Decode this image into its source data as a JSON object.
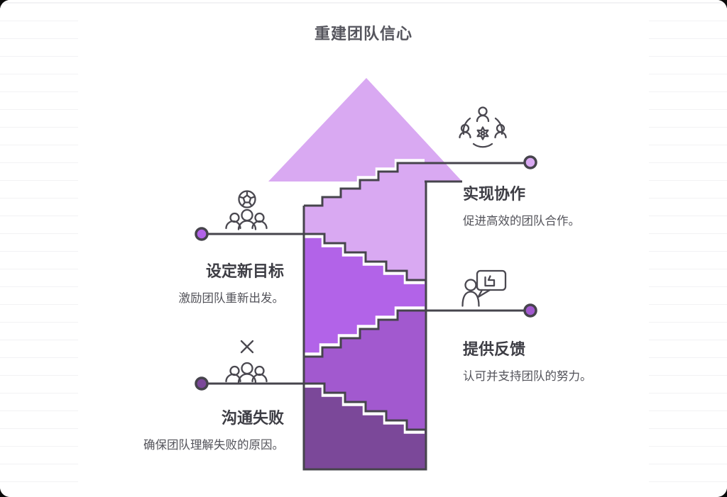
{
  "title": "重建团队信心",
  "steps": [
    {
      "label": "沟通失败",
      "desc": "确保团队理解失败的原因。",
      "color": "#7b4899",
      "icon": "communication-failure-icon",
      "position": "bottom-left"
    },
    {
      "label": "设定新目标",
      "desc": "激励团队重新出发。",
      "color": "#b263e8",
      "icon": "team-goal-icon",
      "position": "middle-left"
    },
    {
      "label": "提供反馈",
      "desc": "认可并支持团队的努力。",
      "color": "#a259cf",
      "icon": "feedback-icon",
      "position": "middle-right"
    },
    {
      "label": "实现协作",
      "desc": "促进高效的团队合作。",
      "color": "#d9a9f2",
      "icon": "collaboration-icon",
      "position": "top-right"
    }
  ],
  "colors": {
    "outline": "#46444c",
    "highlight": "#ffffff",
    "stripe": "#f2f2f4",
    "card": "#ffffff",
    "title_text": "#55555d",
    "heading_text": "#3d3d44",
    "body_text": "#53535a"
  }
}
